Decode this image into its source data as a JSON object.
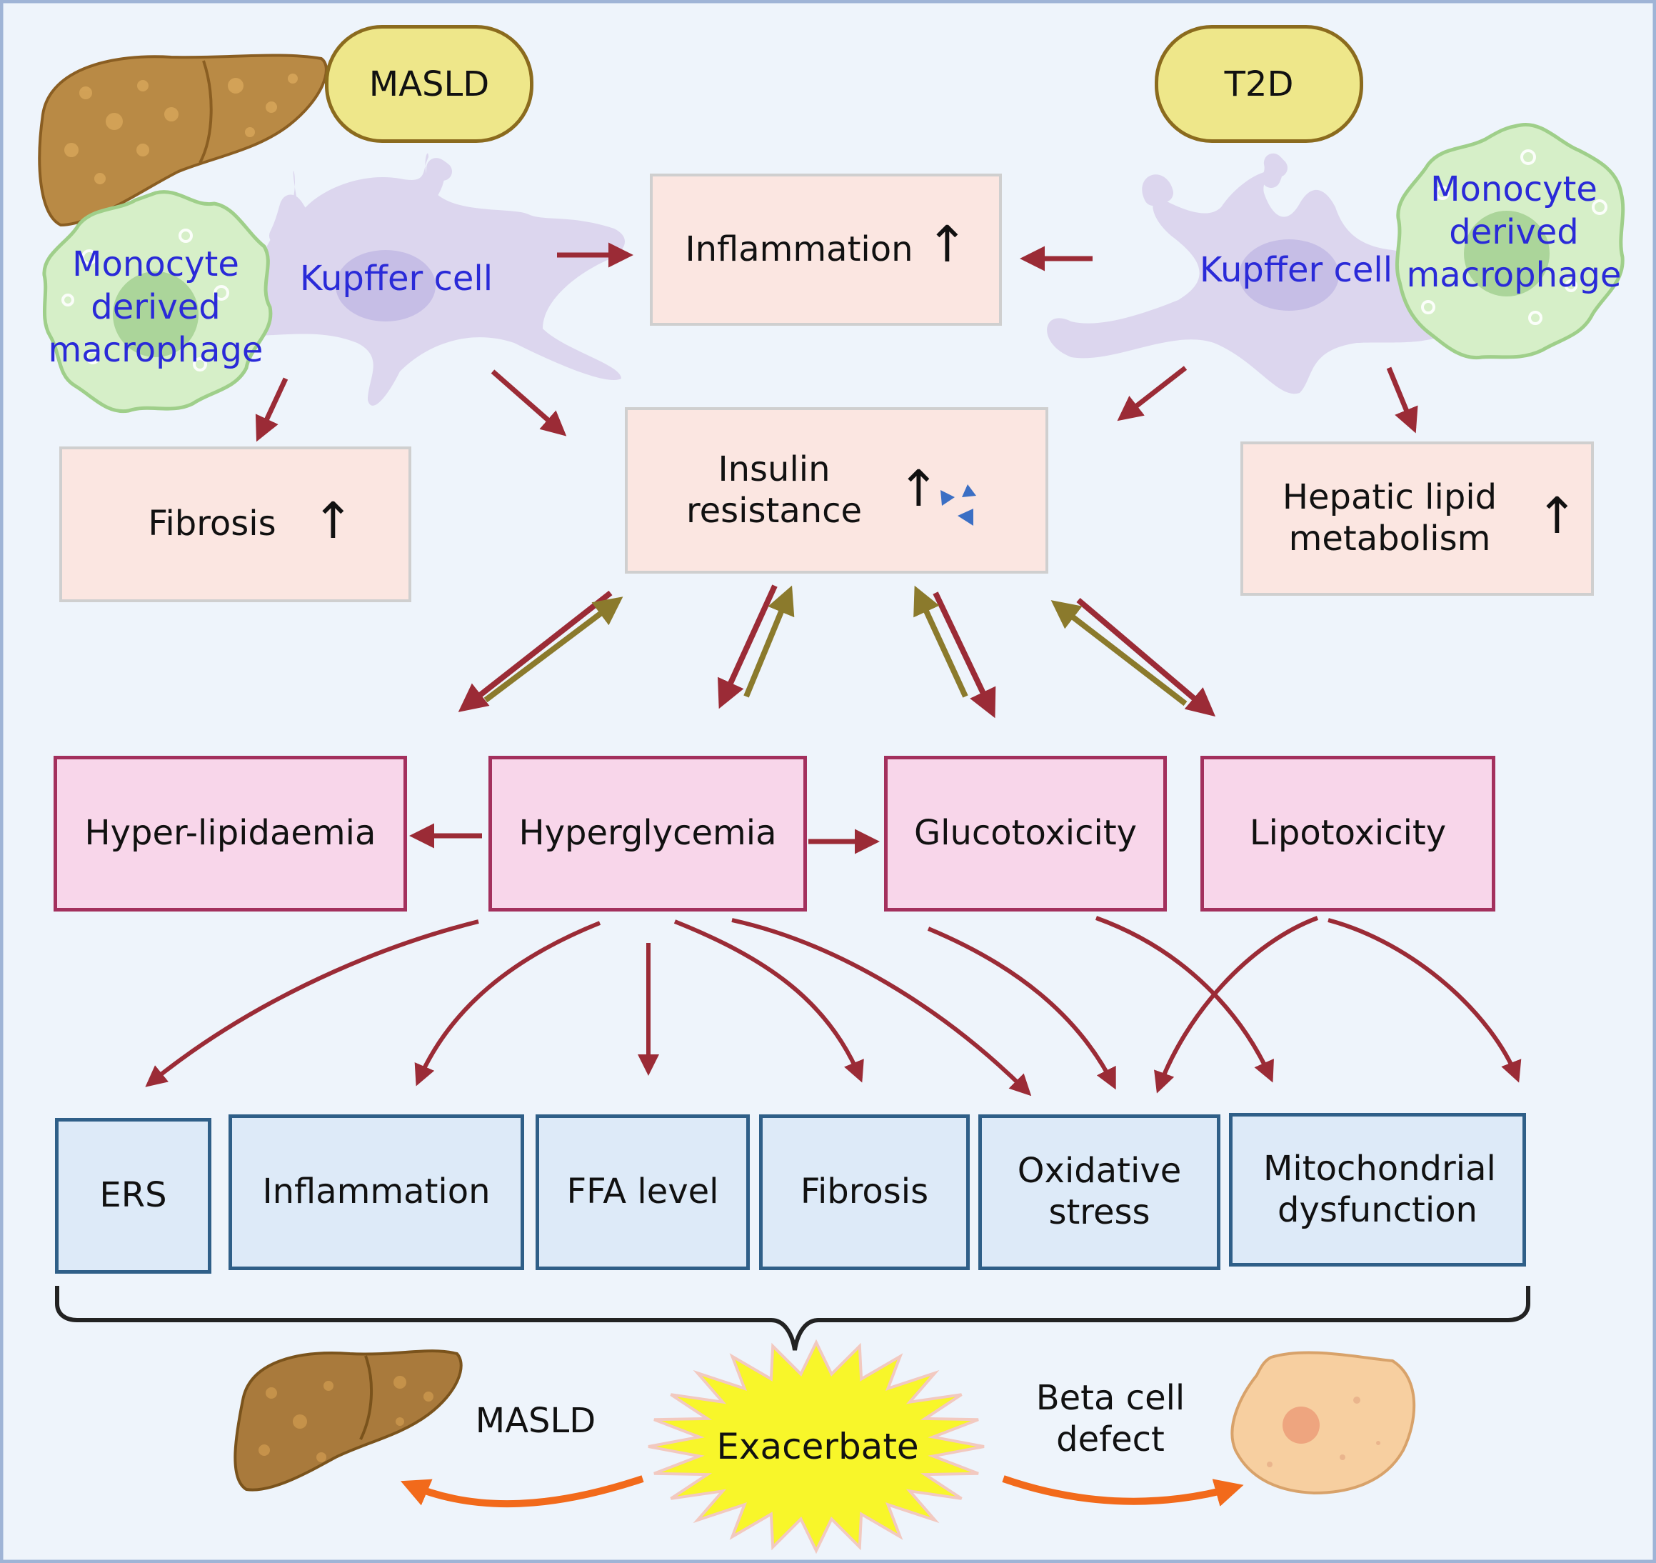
{
  "colors": {
    "background": "#eef4fb",
    "frame": "#9fb4d6",
    "peach_box": "#fbe6e1",
    "pink_box": "#f8d6ea",
    "pink_border": "#a3305d",
    "blue_box": "#ddeaf8",
    "blue_border": "#2f5f88",
    "pill": "#eee78a",
    "arrow_dark_red": "#9b2b36",
    "arrow_olive": "#8b7a2c",
    "arrow_orange": "#f26a1b",
    "cell_label": "#2a2ad8",
    "kupffer_cell": "#dcd6ee",
    "macrophage": "#d6efc8",
    "starburst": "#f8f62a"
  },
  "top": {
    "masld_pill": "MASLD",
    "t2d_pill": "T2D",
    "left_cells": {
      "kupffer": "Kupffer cell",
      "macrophage": "Monocyte derived macrophage"
    },
    "right_cells": {
      "kupffer": "Kupffer cell",
      "macrophage": "Monocyte derived macrophage"
    },
    "inflammation": "Inflammation",
    "insulin_resistance": "Insulin resistance",
    "fibrosis": "Fibrosis",
    "hepatic_lipid": "Hepatic lipid metabolism"
  },
  "middle": {
    "hyperlipidaemia": "Hyper-lipidaemia",
    "hyperglycemia": "Hyperglycemia",
    "glucotoxicity": "Glucotoxicity",
    "lipotoxicity": "Lipotoxicity"
  },
  "bottom": {
    "ers": "ERS",
    "inflammation": "Inflammation",
    "ffa_level": "FFA level",
    "fibrosis": "Fibrosis",
    "oxidative_stress": "Oxidative stress",
    "mitochondrial": "Mitochondrial dysfunction"
  },
  "outcome": {
    "exacerbate": "Exacerbate",
    "masld": "MASLD",
    "beta_cell": "Beta cell defect"
  },
  "icons": [
    "liver-icon",
    "up-arrow-icon",
    "insulin-molecules-icon",
    "beta-cell-icon",
    "starburst-icon",
    "curly-brace-icon"
  ]
}
